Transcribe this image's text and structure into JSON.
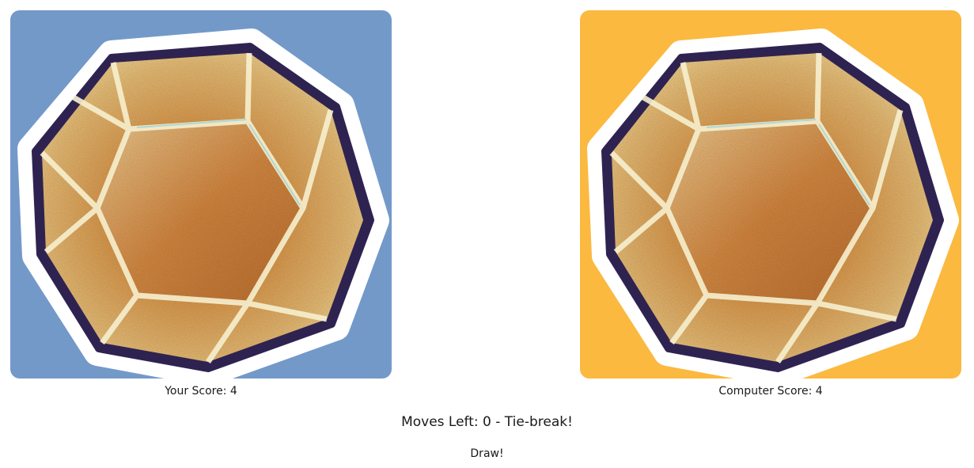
{
  "player": {
    "score_text": "Your Score: 4",
    "panel_color": "#7399c9",
    "choice_icon": "dodecahedron-gem-icon"
  },
  "computer": {
    "score_text": "Computer Score: 4",
    "panel_color": "#fbb940",
    "choice_icon": "dodecahedron-gem-icon"
  },
  "status": {
    "moves_text": "Moves Left: 0 - Tie-break!",
    "result_text": "Draw!"
  }
}
